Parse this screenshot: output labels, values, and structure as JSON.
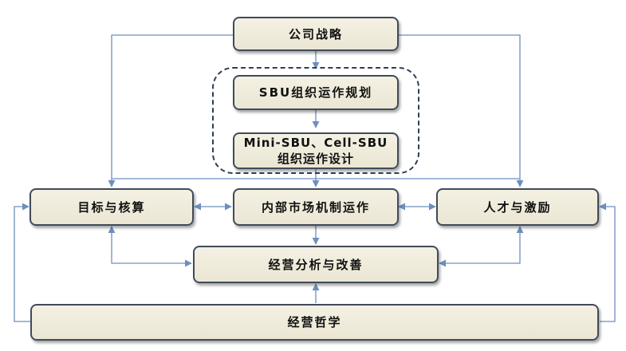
{
  "diagram": {
    "nodes": {
      "strategy": "公司战略",
      "sbu_plan": "SBU组织运作规划",
      "mini_sbu_line1": "Mini-SBU、Cell-SBU",
      "mini_sbu_line2": "组织运作设计",
      "targets": "目标与核算",
      "internal_market": "内部市场机制运作",
      "talent": "人才与激励",
      "analysis": "经营分析与改善",
      "philosophy": "经营哲学"
    },
    "colors": {
      "box_fill": "#efebdc",
      "box_border": "#3f4b5a",
      "connector": "#6d8fbf",
      "dashed_border": "#2f3f55"
    }
  }
}
